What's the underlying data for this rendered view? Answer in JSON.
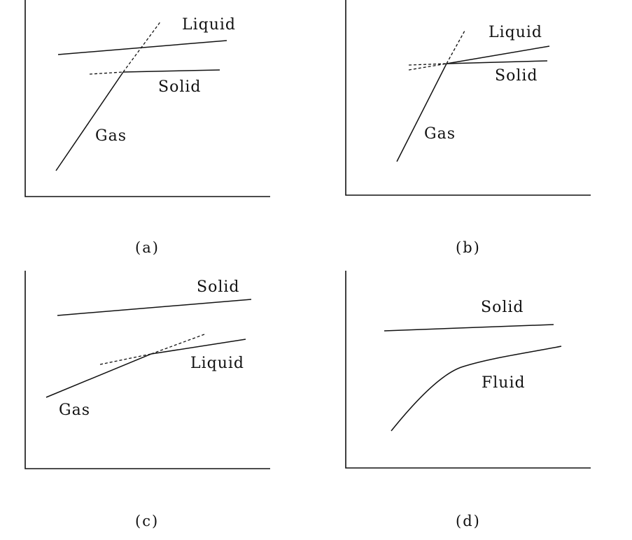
{
  "panels": {
    "a": {
      "caption": "(a)",
      "labels": {
        "liquid": "Liquid",
        "solid": "Solid",
        "gas": "Gas"
      }
    },
    "b": {
      "caption": "(b)",
      "labels": {
        "liquid": "Liquid",
        "solid": "Solid",
        "gas": "Gas"
      }
    },
    "c": {
      "caption": "(c)",
      "labels": {
        "solid": "Solid",
        "liquid": "Liquid",
        "gas": "Gas"
      }
    },
    "d": {
      "caption": "(d)",
      "labels": {
        "solid": "Solid",
        "fluid": "Fluid"
      }
    }
  }
}
